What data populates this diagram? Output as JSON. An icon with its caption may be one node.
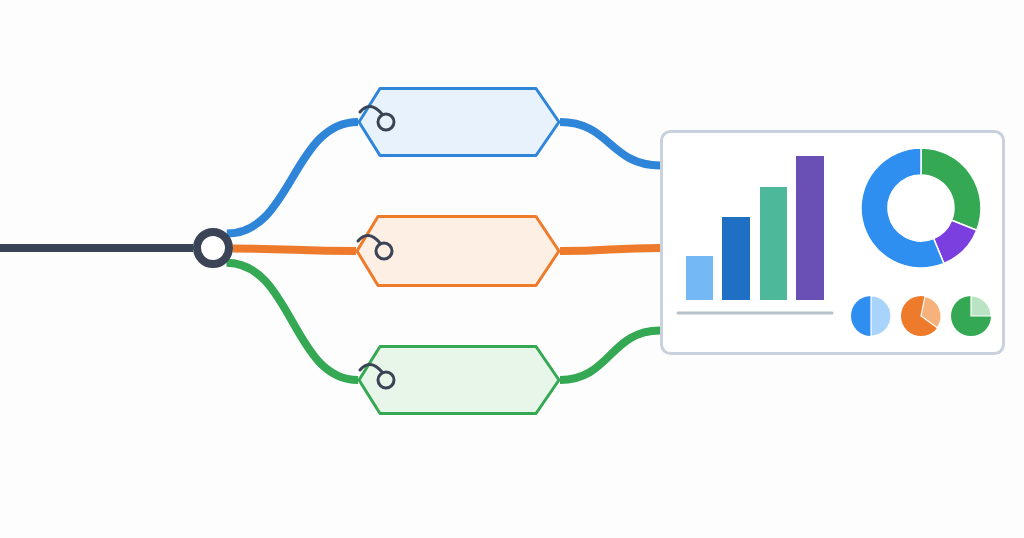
{
  "diagram": {
    "nodes": [
      {
        "text": [],
        "shape": "circle"
      },
      {
        "text": [],
        "shape": "tag"
      },
      {
        "text": [],
        "shape": "tag"
      },
      {
        "text": [],
        "shape": "tag"
      },
      {
        "text": [],
        "shape": "box"
      }
    ],
    "edges": [
      {
        "from": null,
        "to": 0,
        "arrow": "none",
        "color": "#3a4456"
      },
      {
        "from": 0,
        "to": 1,
        "arrow": "none",
        "color": "#2f86d8"
      },
      {
        "from": 0,
        "to": 2,
        "arrow": "none",
        "color": "#ee7b2c"
      },
      {
        "from": 0,
        "to": 3,
        "arrow": "none",
        "color": "#34a853"
      },
      {
        "from": 1,
        "to": 4,
        "arrow": "none",
        "color": "#2f86d8"
      },
      {
        "from": 2,
        "to": 4,
        "arrow": "none",
        "color": "#ee7b2c"
      },
      {
        "from": 3,
        "to": 4,
        "arrow": "none",
        "color": "#34a853"
      }
    ]
  }
}
